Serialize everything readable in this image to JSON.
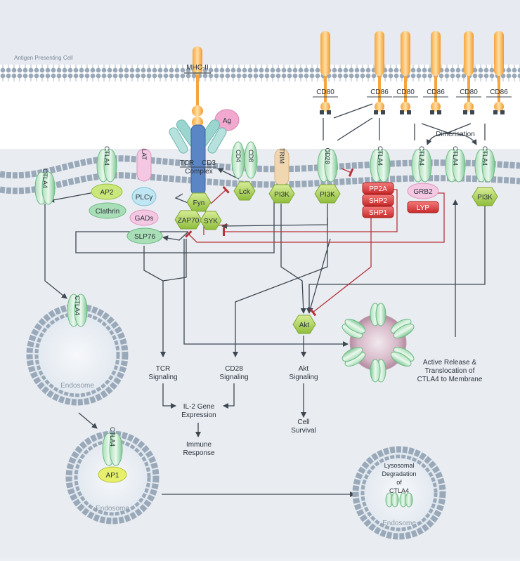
{
  "membranes": {
    "apc_label": "Antigen Presenting Cell"
  },
  "apc": {
    "mhc": "MHC-II",
    "ligands": [
      "CD80",
      "CD86",
      "CD80",
      "CD86",
      "CD80",
      "CD86"
    ]
  },
  "tcell": {
    "ag": "Ag",
    "tcr": "TCR",
    "cd3": "CD3",
    "complex": "Complex",
    "cd4": "CD4",
    "cd8": "CD8",
    "lck": "Lck",
    "trim": "TRIM",
    "cd28": "CD28",
    "ctla4": "CTLA4",
    "lat": "LAT",
    "fyn": "Fyn",
    "zap70": "ZAP70",
    "syk": "SYK",
    "ap2": "AP2",
    "clathrin": "Clathrin",
    "plcg": "PLCγ",
    "gads": "GADs",
    "slp76": "SLP76",
    "pi3k": "PI3K",
    "pp2a": "PP2A",
    "shp2": "SHP2",
    "shp1": "SHP1",
    "grb2": "GRB2",
    "lyp": "LYP",
    "akt": "Akt",
    "ap1": "AP1",
    "dimerisation": "Dimerisation"
  },
  "labels": {
    "tcr_signaling": [
      "TCR",
      "Signaling"
    ],
    "cd28_signaling": [
      "CD28",
      "Signaling"
    ],
    "akt_signaling": [
      "Akt",
      "Signaling"
    ],
    "il2": [
      "IL-2 Gene",
      "Expression"
    ],
    "immune": [
      "Immune",
      "Response"
    ],
    "survival": [
      "Cell",
      "Survival"
    ],
    "active_release": [
      "Active Release &",
      "Translocation of",
      "CTLA4 to Membrane"
    ],
    "lysosomal": [
      "Lysosomal",
      "Degradation",
      "of",
      "CTLA4"
    ],
    "endosome": "Endosome"
  },
  "colors": {
    "membrane": "#9aa9b9",
    "green_receptor": "#8fd0a0",
    "kinase": "#b9d86a",
    "phosphatase": "#e04848",
    "inhibit": "#b8323a",
    "arrow": "#3d4751",
    "ligand": "#f6b24a",
    "pink": "#f2a9cf",
    "blue": "#5b86c6"
  }
}
